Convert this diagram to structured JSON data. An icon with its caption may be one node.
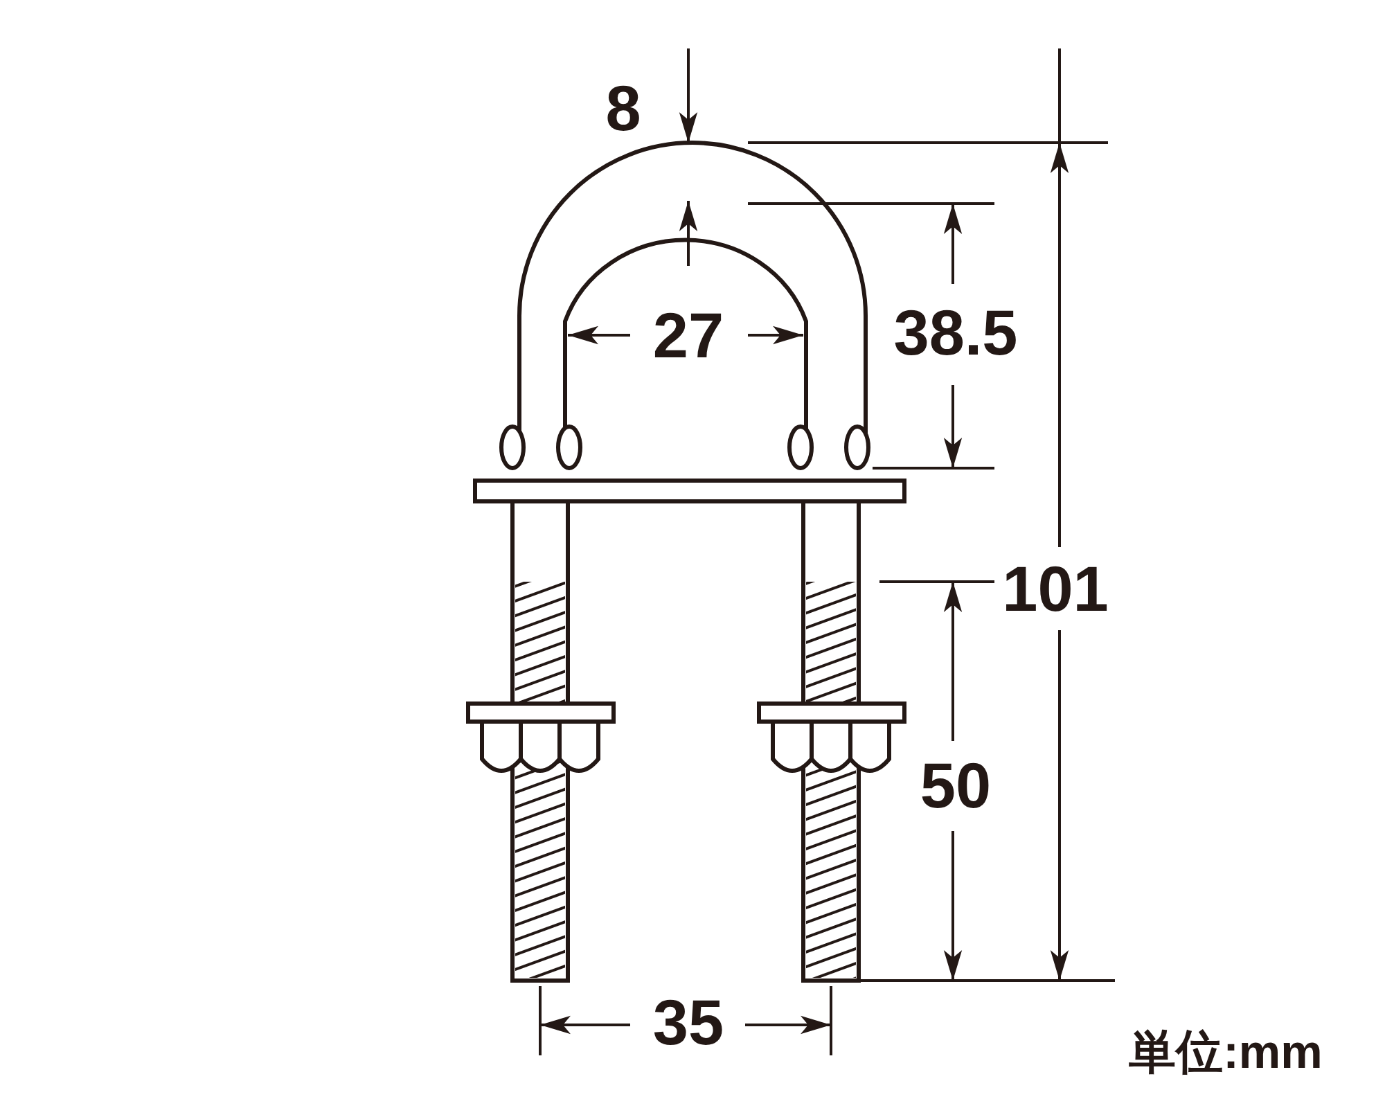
{
  "diagram": {
    "labels": [
      "8",
      "27",
      "38.5",
      "101",
      "50",
      "35",
      "単位:mm"
    ]
  }
}
